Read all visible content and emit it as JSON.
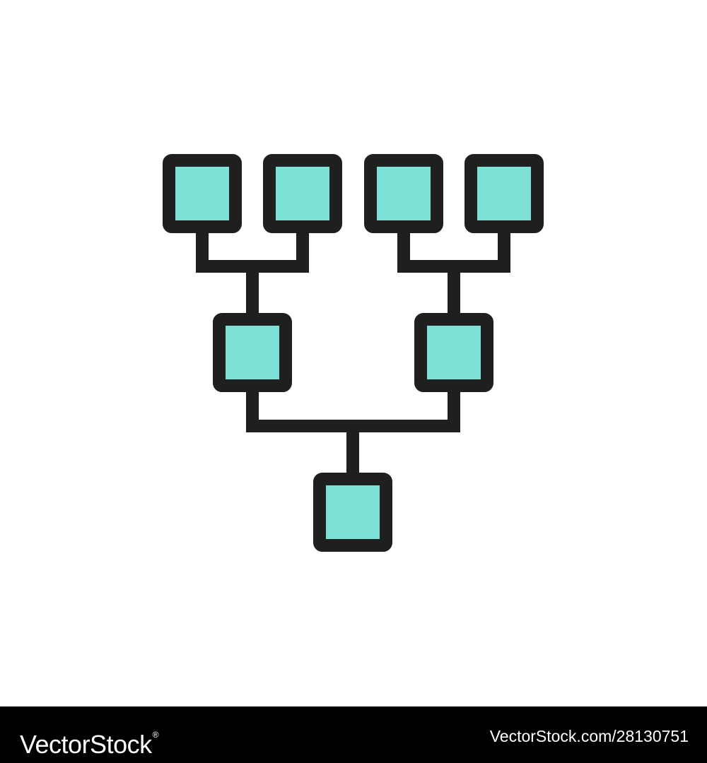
{
  "diagram": {
    "icon": "hierarchy-tree-icon",
    "node_fill": "#7ee1d8",
    "stroke_color": "#1f1f1f",
    "background": "#ffffff",
    "nodes": [
      {
        "id": "leaf-1",
        "level": 0
      },
      {
        "id": "leaf-2",
        "level": 0
      },
      {
        "id": "leaf-3",
        "level": 0
      },
      {
        "id": "leaf-4",
        "level": 0
      },
      {
        "id": "mid-left",
        "level": 1
      },
      {
        "id": "mid-right",
        "level": 1
      },
      {
        "id": "root",
        "level": 2
      }
    ],
    "edges": [
      {
        "from": "leaf-1",
        "to": "mid-left"
      },
      {
        "from": "leaf-2",
        "to": "mid-left"
      },
      {
        "from": "leaf-3",
        "to": "mid-right"
      },
      {
        "from": "leaf-4",
        "to": "mid-right"
      },
      {
        "from": "mid-left",
        "to": "root"
      },
      {
        "from": "mid-right",
        "to": "root"
      }
    ]
  },
  "footer": {
    "background": "#000000",
    "text_color": "#ffffff",
    "logo_text": "VectorStock",
    "logo_mark": "®",
    "image_id": "VectorStock.com/28130751"
  }
}
